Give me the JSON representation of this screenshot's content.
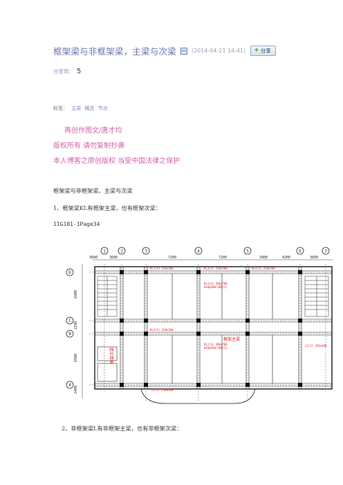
{
  "article": {
    "title": "框架梁与非框架梁，主梁与次梁",
    "date": "(2014-04-21 14:41)",
    "edit_icon": "edit-icon",
    "share_button": "分享",
    "share_count_label": "分享到：",
    "share_count": "5",
    "tags_label": "标签：",
    "tags": [
      "主梁",
      "概念",
      "节点"
    ]
  },
  "notice": {
    "line1": "再创作图文/唐才均",
    "line2": "版权所有 请勿复制抄袭",
    "line3": "本人博客之原创版权 当受中国法律之保护"
  },
  "body": {
    "heading": "框架梁与非框架梁，主梁与次梁",
    "item1": "1、框架梁KL有框架主梁，也有框架次梁：",
    "reference": "11G101-1Page34",
    "item2": "2、非框架梁L有非框架主梁，也有非框架次梁："
  },
  "drawing": {
    "axis_numbers": [
      "1",
      "2",
      "3",
      "4",
      "5",
      "6",
      "7"
    ],
    "axis_letters": [
      "D",
      "C",
      "B",
      "A"
    ],
    "top_dims": [
      "3600",
      "3600",
      "7200",
      "7200",
      "3900",
      "4200",
      "3600"
    ],
    "left_dims": [
      "6900",
      "2100",
      "6900",
      "2400"
    ],
    "label_secondary": "框架次梁",
    "label_main": "框架主梁"
  },
  "colors": {
    "title": "#6a6fb0",
    "notice": "#d35fa6",
    "annotation": "#cc1f1f"
  }
}
